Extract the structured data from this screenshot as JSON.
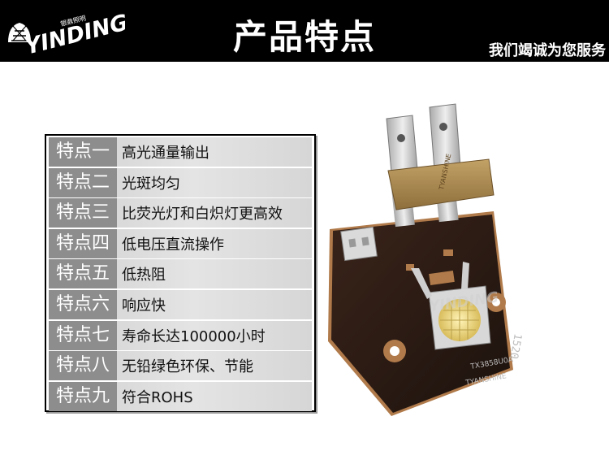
{
  "header": {
    "logo_text": "YINDING",
    "logo_cn": "银鼎照明",
    "title": "产品特点",
    "slogan": "我们竭诚为您服务"
  },
  "features": [
    {
      "label": "特点一",
      "text": "高光通量输出"
    },
    {
      "label": "特点二",
      "text": "光斑均匀"
    },
    {
      "label": "特点三",
      "text": "比荧光灯和白炽灯更高效"
    },
    {
      "label": "特点四",
      "text": "低电压直流操作"
    },
    {
      "label": "特点五",
      "text": "低热阻"
    },
    {
      "label": "特点六",
      "text": "响应快"
    },
    {
      "label": "特点七",
      "text": "寿命长达100000小时"
    },
    {
      "label": "特点八",
      "text": "无铅绿色环保、节能"
    },
    {
      "label": "特点九",
      "text": "符合ROHS"
    }
  ],
  "product": {
    "connector_print": "TYANSHINE",
    "board_print_bottom": "TYANSHINE",
    "board_code": "TX3858U0A",
    "board_number": "1520",
    "watermark": "YINDING",
    "colors": {
      "board": "#2a1a14",
      "copper": "#b07a4a",
      "tan": "#a88850",
      "led": "#e8d27a",
      "terminal": "#cfcfcf"
    }
  }
}
